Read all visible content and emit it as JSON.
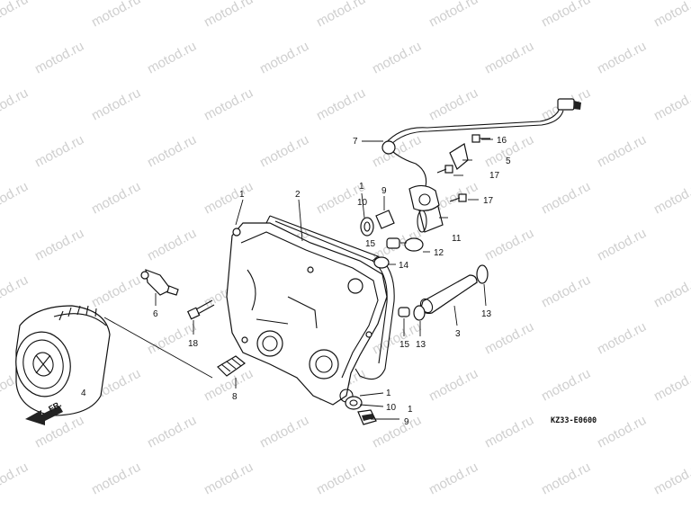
{
  "watermark": {
    "text": "motod.ru"
  },
  "direction_label": "FR.",
  "diagram_code": "KZ33-E0600",
  "callouts": {
    "c1_top": "1",
    "c2": "2",
    "c1_mid": "1",
    "c10_top": "10",
    "c9_top": "9",
    "c7": "7",
    "c16": "16",
    "c5": "5",
    "c17_a": "17",
    "c17_b": "17",
    "c11": "11",
    "c15_top": "15",
    "c12": "12",
    "c14": "14",
    "c6": "6",
    "c18": "18",
    "c4": "4",
    "c8": "8",
    "c15_bot": "15",
    "c13_bot": "13",
    "c3": "3",
    "c13_right": "13",
    "c1_bot": "1",
    "c10_bot": "10",
    "c1_bot2": "1",
    "c9_bot": "9"
  }
}
